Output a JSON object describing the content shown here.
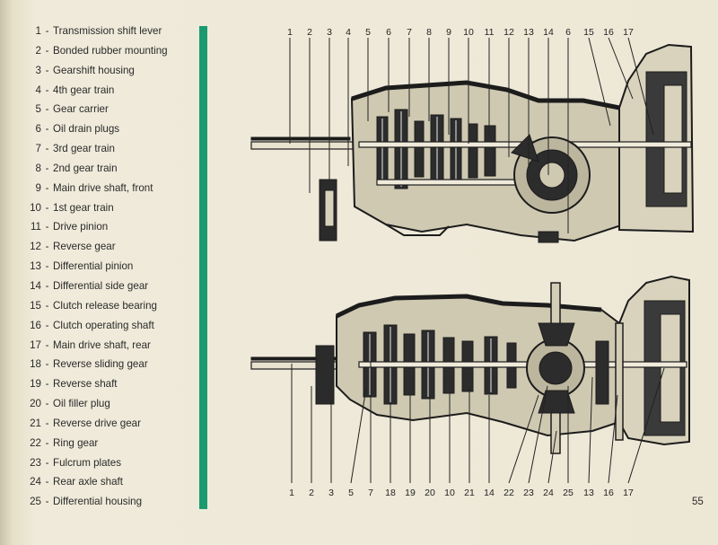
{
  "legend": [
    {
      "num": "1",
      "text": "Transmission shift lever"
    },
    {
      "num": "2",
      "text": "Bonded rubber mounting"
    },
    {
      "num": "3",
      "text": "Gearshift housing"
    },
    {
      "num": "4",
      "text": "4th gear train"
    },
    {
      "num": "5",
      "text": "Gear carrier"
    },
    {
      "num": "6",
      "text": "Oil drain plugs"
    },
    {
      "num": "7",
      "text": "3rd gear train"
    },
    {
      "num": "8",
      "text": "2nd gear train"
    },
    {
      "num": "9",
      "text": "Main drive shaft, front"
    },
    {
      "num": "10",
      "text": "1st gear train"
    },
    {
      "num": "11",
      "text": "Drive pinion"
    },
    {
      "num": "12",
      "text": "Reverse gear"
    },
    {
      "num": "13",
      "text": "Differential pinion"
    },
    {
      "num": "14",
      "text": "Differential side gear"
    },
    {
      "num": "15",
      "text": "Clutch release bearing"
    },
    {
      "num": "16",
      "text": "Clutch operating shaft"
    },
    {
      "num": "17",
      "text": "Main drive shaft, rear"
    },
    {
      "num": "18",
      "text": "Reverse sliding gear"
    },
    {
      "num": "19",
      "text": "Reverse shaft"
    },
    {
      "num": "20",
      "text": "Oil filler plug"
    },
    {
      "num": "21",
      "text": "Reverse drive gear"
    },
    {
      "num": "22",
      "text": "Ring gear"
    },
    {
      "num": "23",
      "text": "Fulcrum plates"
    },
    {
      "num": "24",
      "text": "Rear axle shaft"
    },
    {
      "num": "25",
      "text": "Differential housing"
    }
  ],
  "top_diagram_labels": [
    "1",
    "2",
    "3",
    "4",
    "5",
    "6",
    "7",
    "8",
    "9",
    "10",
    "11",
    "12",
    "13",
    "14",
    "6",
    "15",
    "16",
    "17"
  ],
  "bottom_diagram_labels": [
    "1",
    "2",
    "3",
    "5",
    "7",
    "18",
    "19",
    "20",
    "10",
    "21",
    "14",
    "22",
    "23",
    "24",
    "25",
    "13",
    "16",
    "17"
  ],
  "page_number": "55",
  "colors": {
    "accent_stripe": "#1a9a6e",
    "paper": "#ede8d6",
    "ink": "#222222"
  }
}
